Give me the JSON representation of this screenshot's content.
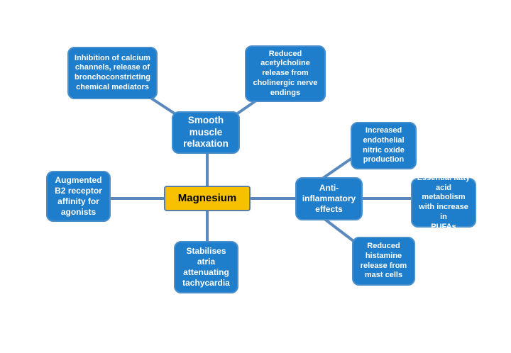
{
  "center": {
    "label": "Magnesium"
  },
  "nodes": {
    "smooth_muscle": "Smooth\nmuscle\nrelaxation",
    "calcium": "Inhibition of calcium\nchannels, release of\nbronchoconstricting\nchemical mediators",
    "acetylcholine": "Reduced\nacetylcholine\nrelease from\ncholinergic nerve\nendings",
    "b2": "Augmented\nB2 receptor\naffinity for\nagonists",
    "atria": "Stabilises\natria\nattenuating\ntachycardia",
    "anti_inflammatory": "Anti-\ninflammatory\neffects",
    "nitric_oxide": "Increased\nendothelial\nnitric oxide\nproduction",
    "fatty_acid": "Essential fatty\nacid metabolism\nwith increase in\nPUFAs",
    "histamine": "Reduced\nhistamine\nrelease from\nmast cells"
  },
  "colors": {
    "node_fill": "#1f7ecb",
    "center_fill": "#f7c100",
    "connector": "#5a89bf"
  }
}
